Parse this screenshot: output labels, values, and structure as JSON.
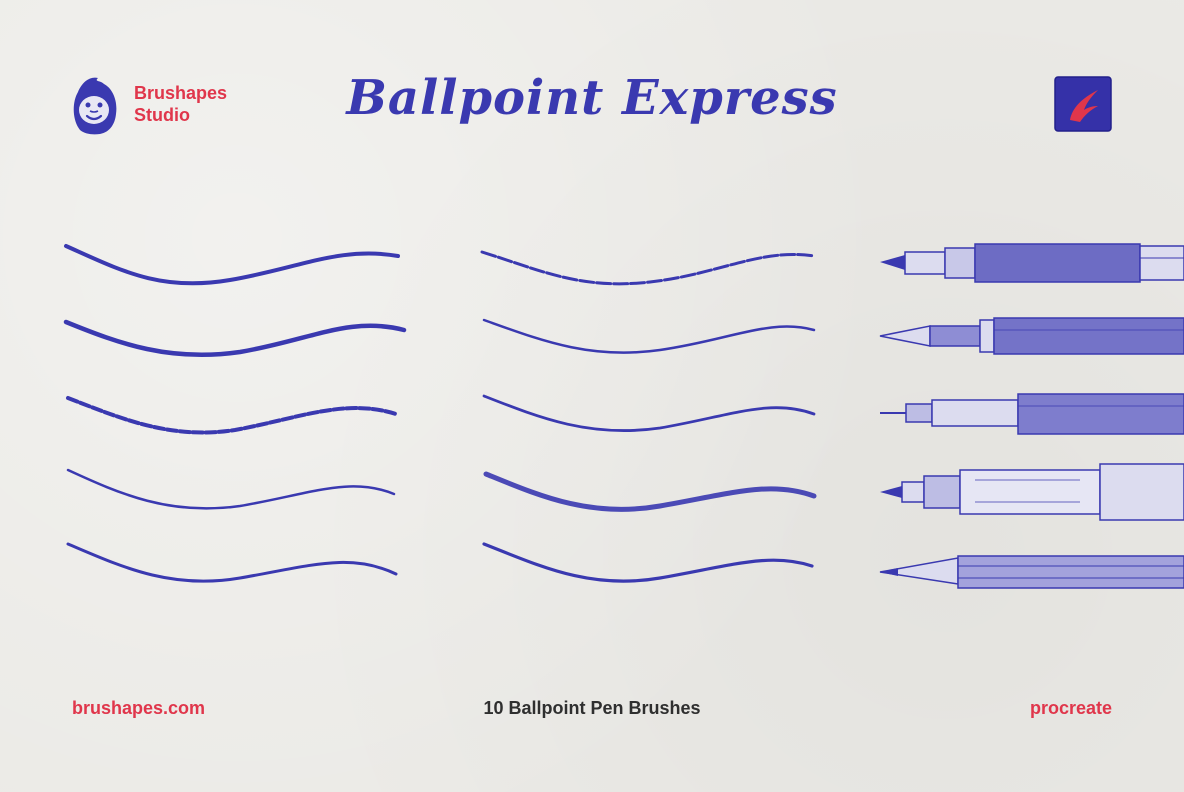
{
  "brand": {
    "line1": "Brushapes",
    "line2": "Studio",
    "logo_icon": "gorilla-head-icon"
  },
  "title": "Ballpoint Express",
  "app_icon": "procreate-app-icon",
  "footer": {
    "website": "brushapes.com",
    "tagline": "10 Ballpoint Pen Brushes",
    "app": "procreate"
  },
  "colors": {
    "ink": "#3a39b0",
    "accent": "#e0364b",
    "paper": "#ebeae6",
    "text_dark": "#2f2f2f"
  },
  "pens": [
    "ballpoint-pen-icon",
    "fountain-pen-icon",
    "technical-pen-icon",
    "fineliner-pen-icon",
    "pencil-icon"
  ]
}
